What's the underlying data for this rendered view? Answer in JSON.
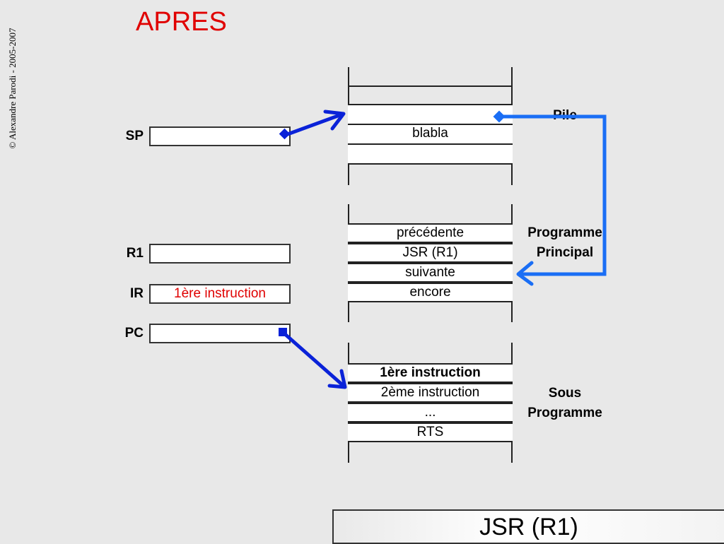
{
  "copyright": "© Alexandre Parodi - 2005-2007",
  "title": "APRES",
  "registers": [
    {
      "label": "SP",
      "value": ""
    },
    {
      "label": "R1",
      "value": ""
    },
    {
      "label": "IR",
      "value": "1ère instruction"
    },
    {
      "label": "PC",
      "value": ""
    }
  ],
  "stack": {
    "label": "Pile",
    "cells": [
      "",
      "",
      "blabla",
      ""
    ]
  },
  "main_program": {
    "label_line1": "Programme",
    "label_line2": "Principal",
    "cells": [
      "précédente",
      "JSR (R1)",
      "suivante",
      "encore"
    ]
  },
  "sub_program": {
    "label_line1": "Sous",
    "label_line2": "Programme",
    "cells": [
      "1ère instruction",
      "2ème instruction",
      "...",
      "RTS"
    ]
  },
  "footer": "JSR (R1)",
  "colors": {
    "title": "#e00000",
    "arrow_dark": "#0a22d8",
    "arrow_light": "#1a6ef5"
  }
}
